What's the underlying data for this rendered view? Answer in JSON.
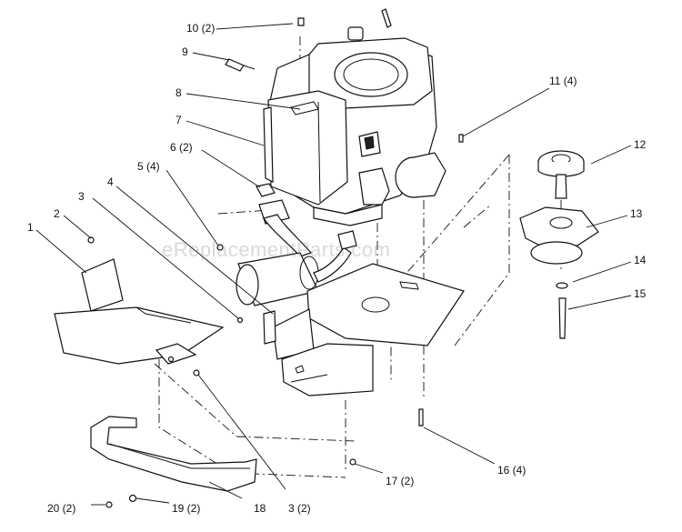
{
  "diagram": {
    "watermark": "eReplacementParts.com",
    "callouts": [
      {
        "id": "c10",
        "label": "10 (2)"
      },
      {
        "id": "c9",
        "label": "9"
      },
      {
        "id": "c8",
        "label": "8"
      },
      {
        "id": "c7",
        "label": "7"
      },
      {
        "id": "c6",
        "label": "6 (2)"
      },
      {
        "id": "c5",
        "label": "5 (4)"
      },
      {
        "id": "c4",
        "label": "4"
      },
      {
        "id": "c3",
        "label": "3"
      },
      {
        "id": "c2",
        "label": "2"
      },
      {
        "id": "c1",
        "label": "1"
      },
      {
        "id": "c11",
        "label": "11 (4)"
      },
      {
        "id": "c12",
        "label": "12"
      },
      {
        "id": "c13",
        "label": "13"
      },
      {
        "id": "c14",
        "label": "14"
      },
      {
        "id": "c15",
        "label": "15"
      },
      {
        "id": "c16",
        "label": "16 (4)"
      },
      {
        "id": "c17",
        "label": "17 (2)"
      },
      {
        "id": "c18",
        "label": "18"
      },
      {
        "id": "c19",
        "label": "19 (2)"
      },
      {
        "id": "c20",
        "label": "20 (2)"
      },
      {
        "id": "c3b",
        "label": "3 (2)"
      }
    ]
  }
}
